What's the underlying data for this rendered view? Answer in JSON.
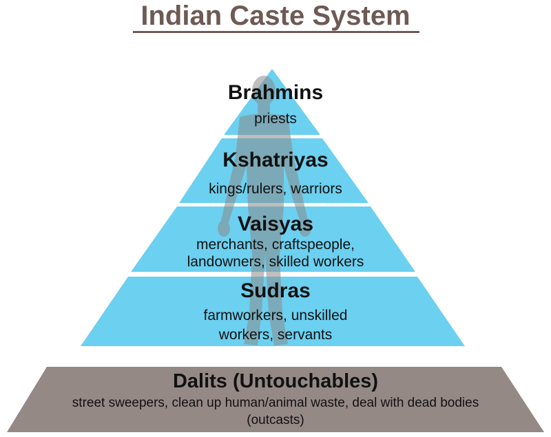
{
  "title": "Indian Caste System",
  "colors": {
    "title": "#6e5a55",
    "pyramid_fill": "#6cd0f0",
    "base_fill": "#958985",
    "figure_fill": "#8a8a8a",
    "text": "#111111"
  },
  "icons": {
    "figure": "human-silhouette-icon"
  },
  "tiers": [
    {
      "name": "Brahmins",
      "desc": "priests"
    },
    {
      "name": "Kshatriyas",
      "desc": "kings/rulers, warriors"
    },
    {
      "name": "Vaisyas",
      "desc_line1": "merchants, craftspeople,",
      "desc_line2": "landowners, skilled workers"
    },
    {
      "name": "Sudras",
      "desc_line1": "farmworkers, unskilled",
      "desc_line2": "workers, servants"
    }
  ],
  "base": {
    "name": "Dalits (Untouchables)",
    "desc_line1": "street sweepers, clean up human/animal waste, deal with dead bodies",
    "desc_line2": "(outcasts)"
  }
}
